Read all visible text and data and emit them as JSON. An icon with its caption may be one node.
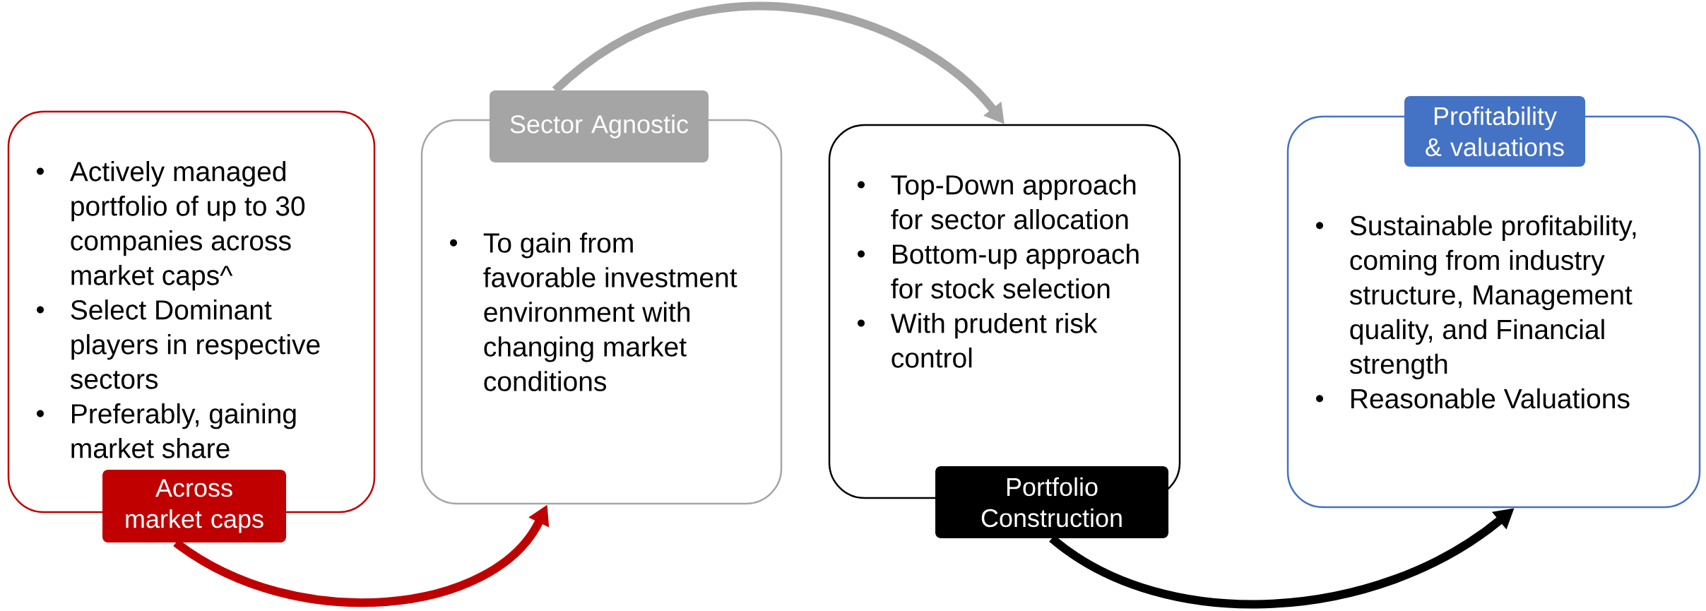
{
  "diagram": {
    "nodes": [
      {
        "text": [
          "Actively managed portfolio of up to 30 companies across market caps^",
          "Select Dominant players in respective sectors",
          "Preferably, gaining market share"
        ]
      },
      {
        "text": [
          "Across market caps"
        ]
      },
      {
        "text": [
          "To gain from favorable investment environment with changing market conditions"
        ]
      },
      {
        "text": [
          "Sector Agnostic"
        ]
      },
      {
        "text": [
          "Top-Down approach for sector allocation",
          "Bottom-up approach for stock selection",
          "With prudent risk control"
        ]
      },
      {
        "text": [
          "Portfolio Construction"
        ]
      },
      {
        "text": [
          "Sustainable profitability, coming from industry structure, Management quality, and Financial strength",
          "Reasonable Valuations"
        ]
      },
      {
        "text": [
          "Profitability & valuations"
        ]
      }
    ],
    "edges": [
      {
        "from": 1,
        "to": 2,
        "arrow": "to",
        "color": "#c00000"
      },
      {
        "from": 3,
        "to": 4,
        "arrow": "to",
        "color": "#a5a5a5"
      },
      {
        "from": 5,
        "to": 6,
        "arrow": "to",
        "color": "#000000"
      }
    ]
  }
}
